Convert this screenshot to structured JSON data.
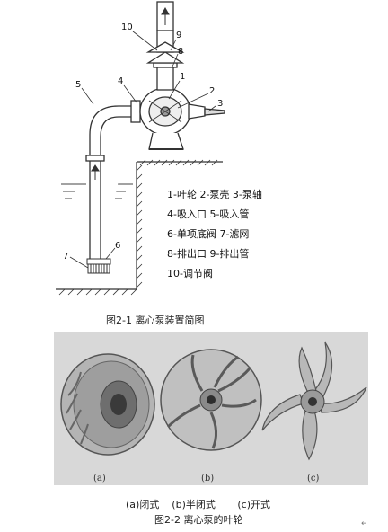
{
  "figure1": {
    "caption": "图2-1 离心泵装置简图",
    "callouts": [
      "1",
      "2",
      "3",
      "4",
      "5",
      "6",
      "7",
      "8",
      "9",
      "10"
    ],
    "legend": [
      "1-叶轮 2-泵壳 3-泵轴",
      "4-吸入口  5-吸入管",
      "6-单项底阀 7-滤网",
      "8-排出口 9-排出管",
      "10-调节阀"
    ]
  },
  "figure2": {
    "caption": "图2-2 离心泵的叶轮",
    "subfigure_labels": [
      "(a)",
      "(b)",
      "(c)"
    ],
    "types_line": "(a)闭式    (b)半闭式       (c)开式"
  },
  "return_mark": "↵"
}
